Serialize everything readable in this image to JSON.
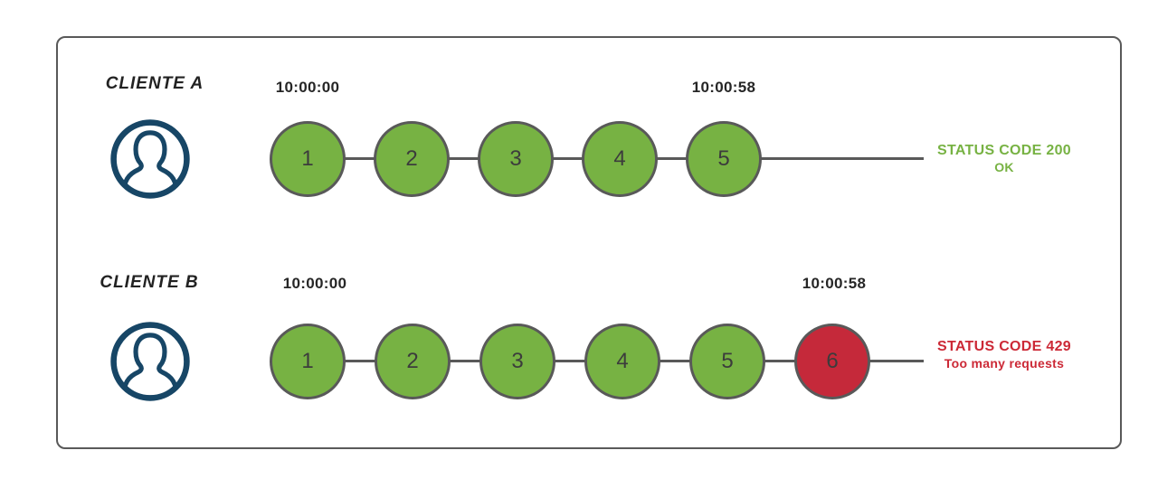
{
  "rows": [
    {
      "client_label": "CLIENTE A",
      "start_time": "10:00:00",
      "end_time": "10:00:58",
      "requests": [
        {
          "label": "1",
          "status": "ok"
        },
        {
          "label": "2",
          "status": "ok"
        },
        {
          "label": "3",
          "status": "ok"
        },
        {
          "label": "4",
          "status": "ok"
        },
        {
          "label": "5",
          "status": "ok"
        }
      ],
      "status_text": {
        "line1": "STATUS CODE 200",
        "line2": "OK"
      },
      "status_type": "success"
    },
    {
      "client_label": "CLIENTE B",
      "start_time": "10:00:00",
      "end_time": "10:00:58",
      "requests": [
        {
          "label": "1",
          "status": "ok"
        },
        {
          "label": "2",
          "status": "ok"
        },
        {
          "label": "3",
          "status": "ok"
        },
        {
          "label": "4",
          "status": "ok"
        },
        {
          "label": "5",
          "status": "ok"
        },
        {
          "label": "6",
          "status": "blocked"
        }
      ],
      "status_text": {
        "line1": "STATUS CODE 429",
        "line2": "Too many requests"
      },
      "status_type": "error"
    }
  ],
  "icons": {
    "client_avatar": "user-icon"
  },
  "colors": {
    "request_ok_fill": "#77B243",
    "request_blocked_fill": "#C5293A",
    "circle_border": "#595959",
    "timeline_line": "#595959",
    "frame_border": "#595959",
    "success_text": "#77B243",
    "error_text": "#CC2936",
    "avatar_icon": "#174666",
    "timestamp_text": "#262626",
    "client_label_text": "#222222",
    "request_number_text": "#3C3C3C"
  }
}
